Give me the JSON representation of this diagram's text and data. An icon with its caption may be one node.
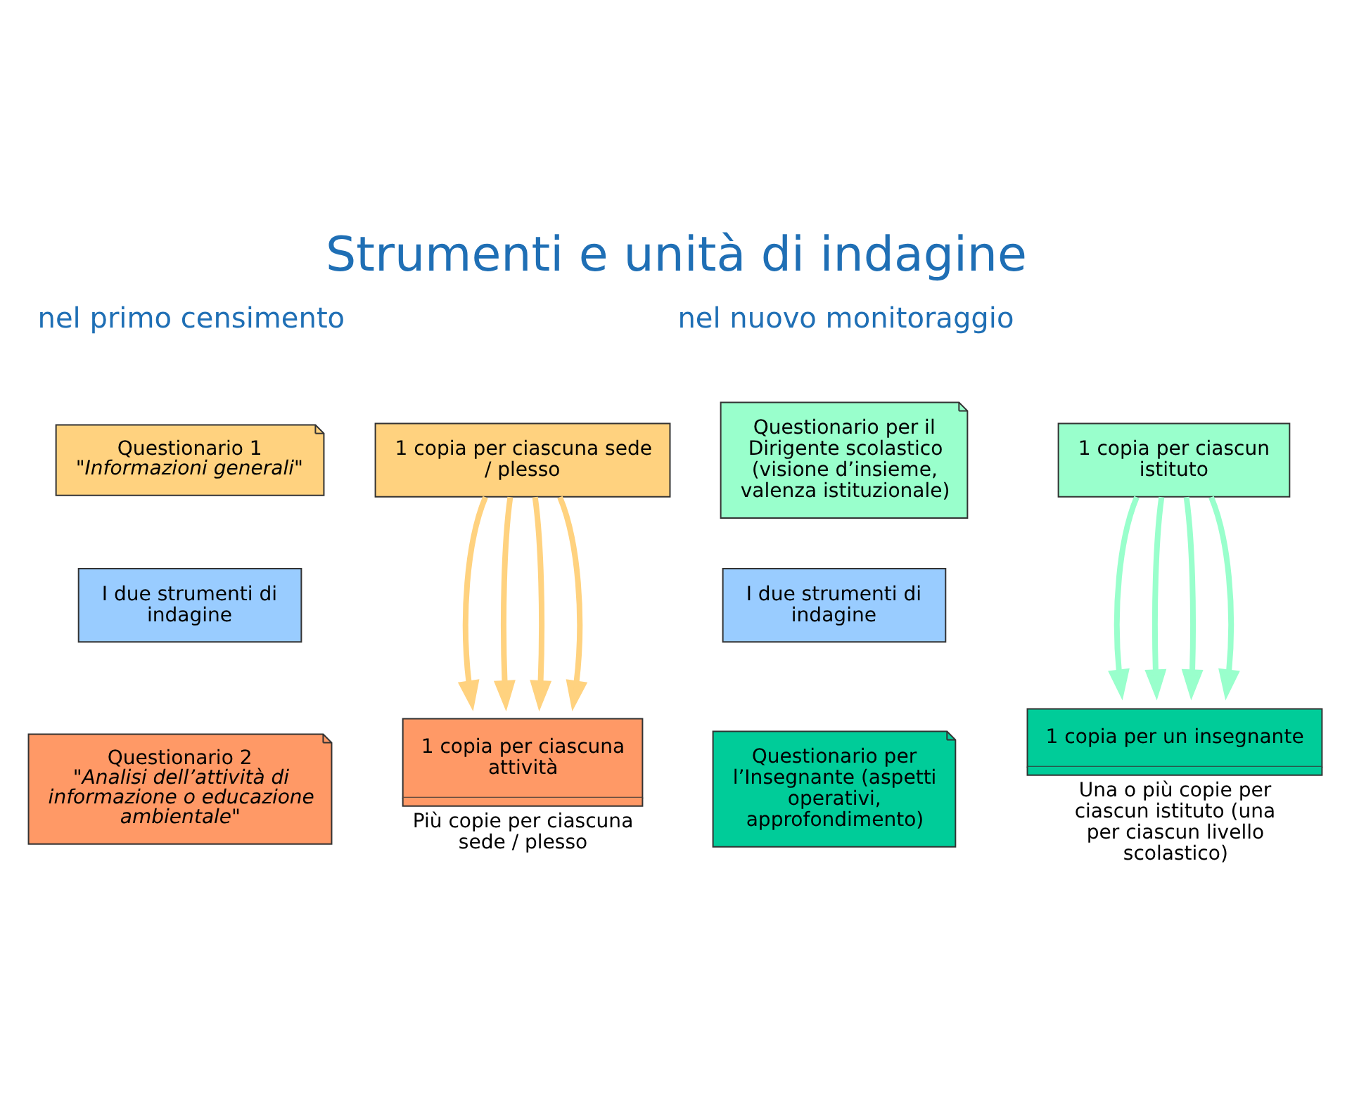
{
  "diagram": {
    "title": "Strumenti e unità di indagine",
    "nodes": [
      {
        "text": [
          "Questionario 1",
          "\"Informazioni generali\""
        ]
      },
      {
        "text": [
          "1 copia per ciascuna sede / plesso"
        ]
      },
      {
        "text": [
          "I due strumenti di indagine"
        ]
      },
      {
        "text": [
          "Questionario 2",
          "\"Analisi dell’attività di informazione o educazione ambientale\""
        ]
      },
      {
        "text": [
          "1 copia per ciascuna attività"
        ],
        "beside": [
          "Più copie per ciascuna sede / plesso"
        ]
      },
      {
        "text": [
          "Questionario per il Dirigente scolastico (visione d’insieme, valenza istituzionale)"
        ]
      },
      {
        "text": [
          "1 copia per ciascun istituto"
        ]
      },
      {
        "text": [
          "I due strumenti di indagine"
        ]
      },
      {
        "text": [
          "Questionario per l’Insegnante (aspetti operativi, approfondimento)"
        ]
      },
      {
        "text": [
          "1 copia per un insegnante"
        ],
        "beside": [
          "Una o più copie per ciascun istituto (una per ciascun livello scolastico)"
        ]
      }
    ],
    "edges": [
      {
        "from": 1,
        "to": 4,
        "arrow": "to",
        "color": "#ffd27f"
      },
      {
        "from": 1,
        "to": 4,
        "arrow": "to",
        "color": "#ffd27f"
      },
      {
        "from": 1,
        "to": 4,
        "arrow": "to",
        "color": "#ffd27f"
      },
      {
        "from": 1,
        "to": 4,
        "arrow": "to",
        "color": "#ffd27f"
      },
      {
        "from": 6,
        "to": 9,
        "arrow": "to",
        "color": "#99ffcc"
      },
      {
        "from": 6,
        "to": 9,
        "arrow": "to",
        "color": "#99ffcc"
      },
      {
        "from": 6,
        "to": 9,
        "arrow": "to",
        "color": "#99ffcc"
      },
      {
        "from": 6,
        "to": 9,
        "arrow": "to",
        "color": "#99ffcc"
      }
    ],
    "labels": [
      "nel primo censimento",
      "nel nuovo monitoraggio"
    ]
  }
}
